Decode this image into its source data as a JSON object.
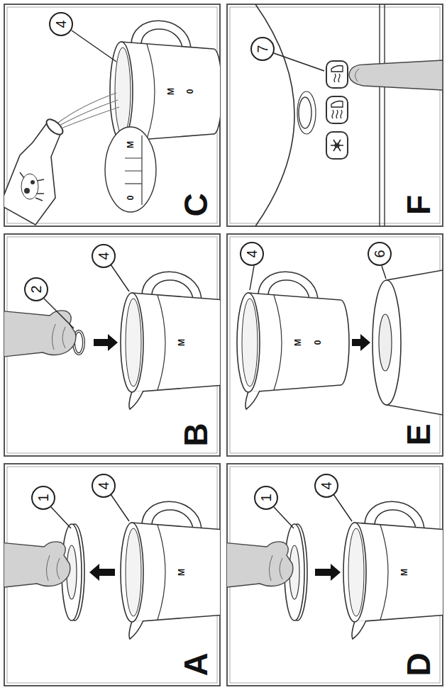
{
  "diagram": {
    "labels": [
      "1",
      "4",
      "M",
      "A",
      "2",
      "4",
      "M",
      "B",
      "4",
      "M",
      "0",
      "M",
      "0",
      "C",
      "1",
      "4",
      "M",
      "D",
      "4",
      "6",
      "M",
      "0",
      "E",
      "7",
      "F"
    ]
  }
}
